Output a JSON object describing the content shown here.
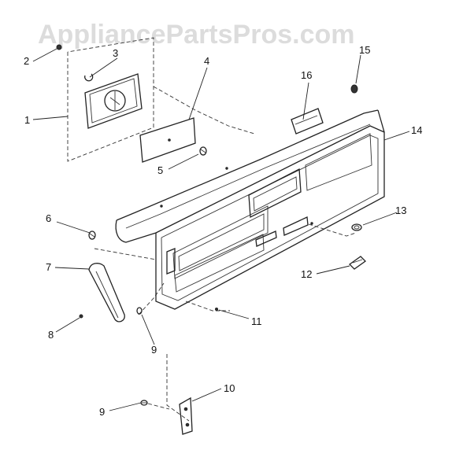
{
  "watermark": "AppliancePartsPros.com",
  "callouts": [
    "1",
    "2",
    "3",
    "4",
    "5",
    "6",
    "7",
    "8",
    "9",
    "9",
    "10",
    "11",
    "12",
    "13",
    "14",
    "15",
    "16"
  ]
}
